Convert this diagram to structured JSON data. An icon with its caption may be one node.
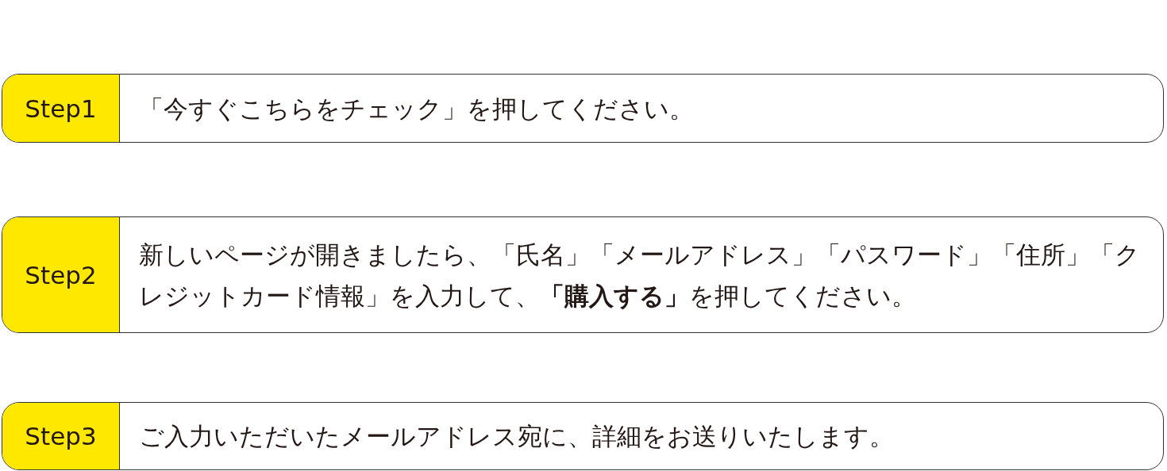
{
  "diagram": {
    "nodes": [
      {
        "text": [
          "Step1",
          "「今すぐこちらをチェック」を押してください。"
        ]
      },
      {
        "text": [
          "Step2",
          "新しいページが開きましたら、「氏名」「メールアドレス」「パスワード」「住所」「クレジットカード情報」を入力して、**「購入する」**を押してください。"
        ]
      },
      {
        "text": [
          "Step3",
          "ご入力いただいたメールアドレス宛に、詳細をお送りいたします。"
        ]
      }
    ]
  }
}
